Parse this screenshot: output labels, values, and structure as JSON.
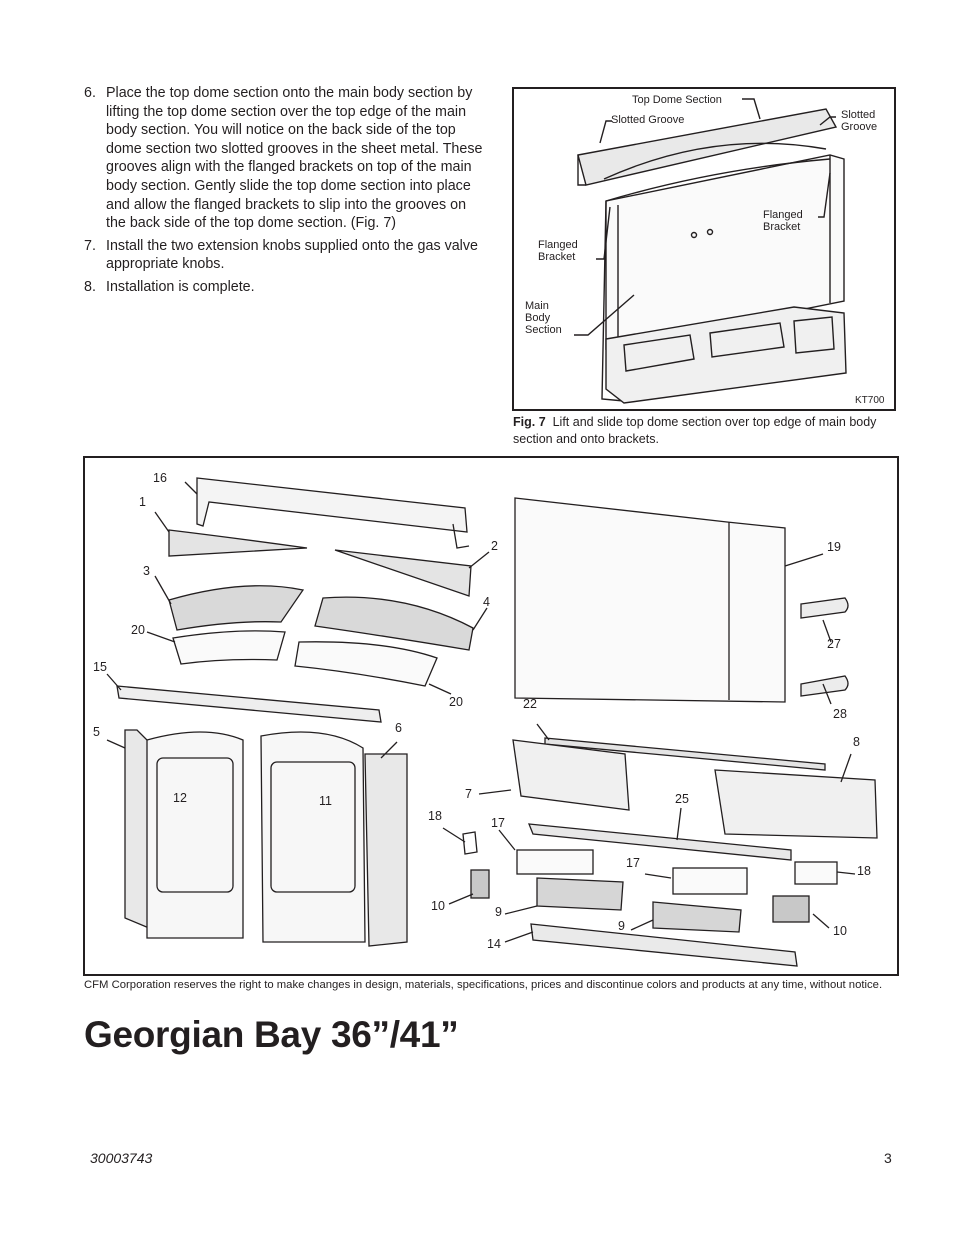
{
  "steps": [
    {
      "num": "6.",
      "text": "Place the top dome section onto the main body section by lifting the top dome section over the top edge of the main body section. You will notice on the back side of the top dome section two slotted grooves in the sheet metal. These grooves align with the flanged brackets on top of the main body section. Gently slide the top dome section into place and allow the flanged brackets to slip into the grooves on the back side of the top dome section. (Fig. 7)"
    },
    {
      "num": "7.",
      "text": "Install the two extension knobs supplied onto the gas valve appropriate knobs."
    },
    {
      "num": "8.",
      "text": "Installation is complete."
    }
  ],
  "fig7": {
    "labels": {
      "top_dome": "Top Dome Section",
      "slotted_groove_left": "Slotted Groove",
      "slotted_groove_right": "Slotted\nGroove",
      "flanged_bracket_right": "Flanged\nBracket",
      "flanged_bracket_left": "Flanged\nBracket",
      "main_body": "Main\nBody\nSection",
      "code": "KT700"
    },
    "caption_bold": "Fig. 7",
    "caption_text": "Lift and slide top dome section over top edge of main body section and onto brackets."
  },
  "parts_diagram": {
    "numbers": [
      "16",
      "1",
      "2",
      "3",
      "4",
      "20",
      "20",
      "15",
      "5",
      "6",
      "12",
      "11",
      "19",
      "27",
      "28",
      "22",
      "8",
      "7",
      "25",
      "18",
      "17",
      "17",
      "18",
      "10",
      "9",
      "9",
      "10",
      "14"
    ]
  },
  "disclaimer": "CFM Corporation reserves the right to make changes in design, materials, specifications, prices and discontinue colors and products at any time, without notice.",
  "title": "Georgian Bay 36”/41”",
  "footer": {
    "doc_number": "30003743",
    "page_number": "3"
  }
}
